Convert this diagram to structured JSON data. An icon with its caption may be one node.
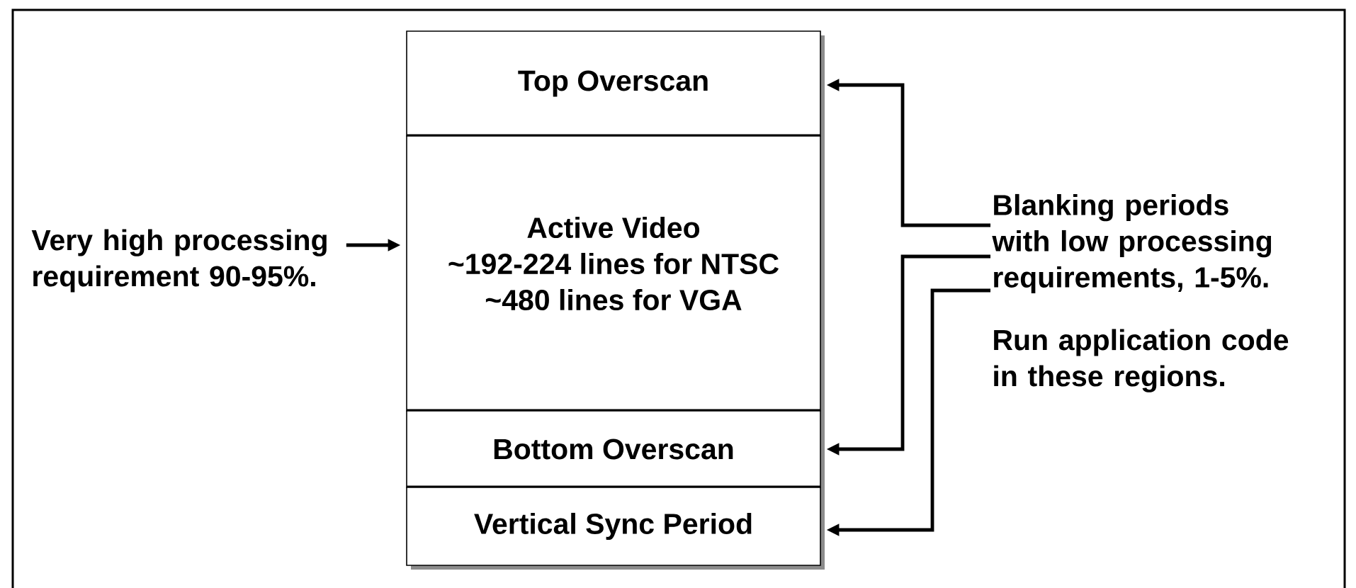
{
  "diagram": {
    "nodes": [
      {
        "text": [
          "Top Overscan"
        ]
      },
      {
        "text": [
          "Active Video",
          "~192-224 lines for NTSC",
          "~480 lines for VGA"
        ]
      },
      {
        "text": [
          "Bottom Overscan"
        ]
      },
      {
        "text": [
          "Vertical Sync Period"
        ]
      },
      {
        "text": [
          "Very high processing requirement 90-95%."
        ]
      },
      {
        "text": [
          "Blanking periods with low processing requirements, 1-5%."
        ]
      }
    ],
    "edges": [
      {
        "from": 4,
        "to": 1,
        "arrow": "to"
      },
      {
        "from": 5,
        "to": 0,
        "arrow": "to"
      },
      {
        "from": 5,
        "to": 2,
        "arrow": "to"
      },
      {
        "from": 5,
        "to": 3,
        "arrow": "to"
      }
    ],
    "labels": [
      "Run application code in these regions."
    ]
  }
}
